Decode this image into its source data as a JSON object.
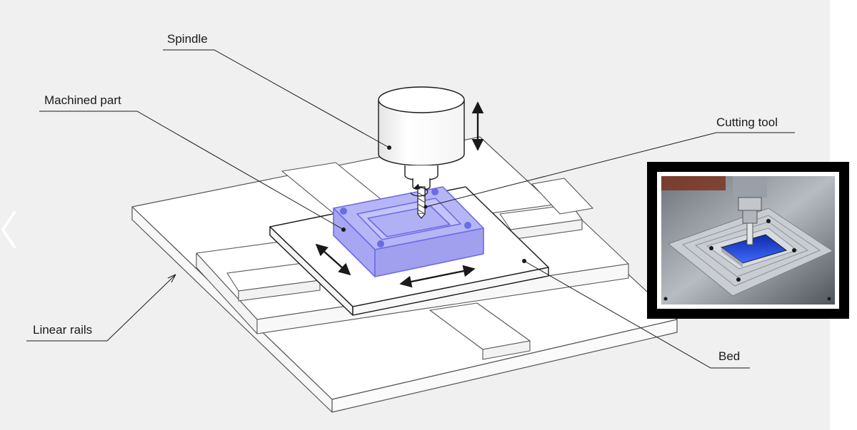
{
  "labels": {
    "spindle": "Spindle",
    "machined_part": "Machined part",
    "cutting_tool": "Cutting tool",
    "linear_rails": "Linear rails",
    "bed": "Bed"
  },
  "colors": {
    "background": "#f0f0f0",
    "part_fill": "#aeaef5",
    "part_stroke": "#6b6be6",
    "line": "#1a1a1a",
    "frame": "#000000"
  },
  "icons": {
    "nav_prev": "chevron-left-icon",
    "inset": "cnc-milling-photo"
  }
}
